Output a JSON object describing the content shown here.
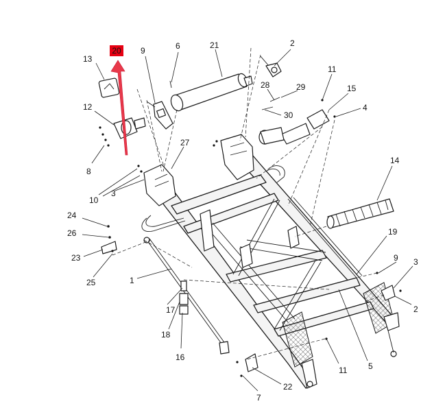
{
  "highlight": {
    "label": "20",
    "color": "#e60012",
    "text_color": "#000000"
  },
  "callouts": [
    "13",
    "9",
    "6",
    "21",
    "2",
    "11",
    "28",
    "29",
    "15",
    "4",
    "12",
    "30",
    "27",
    "8",
    "14",
    "10",
    "3",
    "24",
    "19",
    "26",
    "23",
    "9",
    "3",
    "1",
    "25",
    "2",
    "17",
    "18",
    "16",
    "5",
    "11",
    "22",
    "7"
  ],
  "colors": {
    "line": "#1a1a1a",
    "shade": "#f4f4f4",
    "arrow": "#e8394a"
  }
}
